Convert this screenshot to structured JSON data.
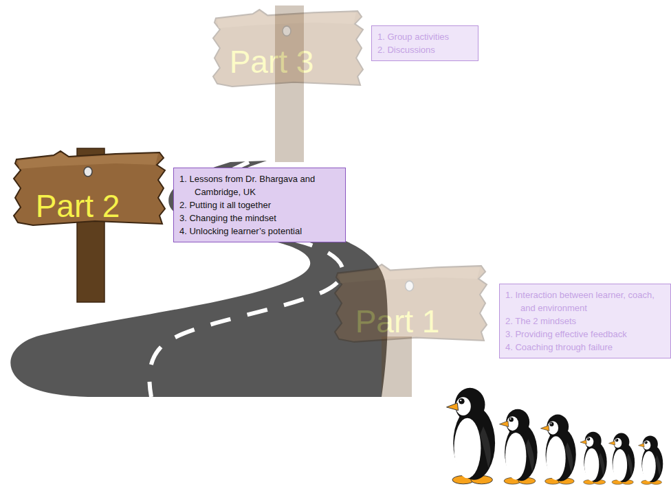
{
  "diagram": {
    "nodes": [
      {
        "text": [
          "Part 3"
        ]
      },
      {
        "text": [
          "1. Group activities",
          "2. Discussions"
        ]
      },
      {
        "text": [
          "Part 2"
        ]
      },
      {
        "text": [
          "1. Lessons from Dr. Bhargava and Cambridge, UK",
          "2. Putting it all together",
          "3. Changing the mindset",
          "4. Unlocking learner’s potential"
        ]
      },
      {
        "text": [
          "Part 1"
        ]
      },
      {
        "text": [
          "1. Interaction between learner, coach, and environment",
          "2. The 2 mindsets",
          "3. Providing effective feedback",
          "4. Coaching through failure"
        ]
      }
    ]
  }
}
